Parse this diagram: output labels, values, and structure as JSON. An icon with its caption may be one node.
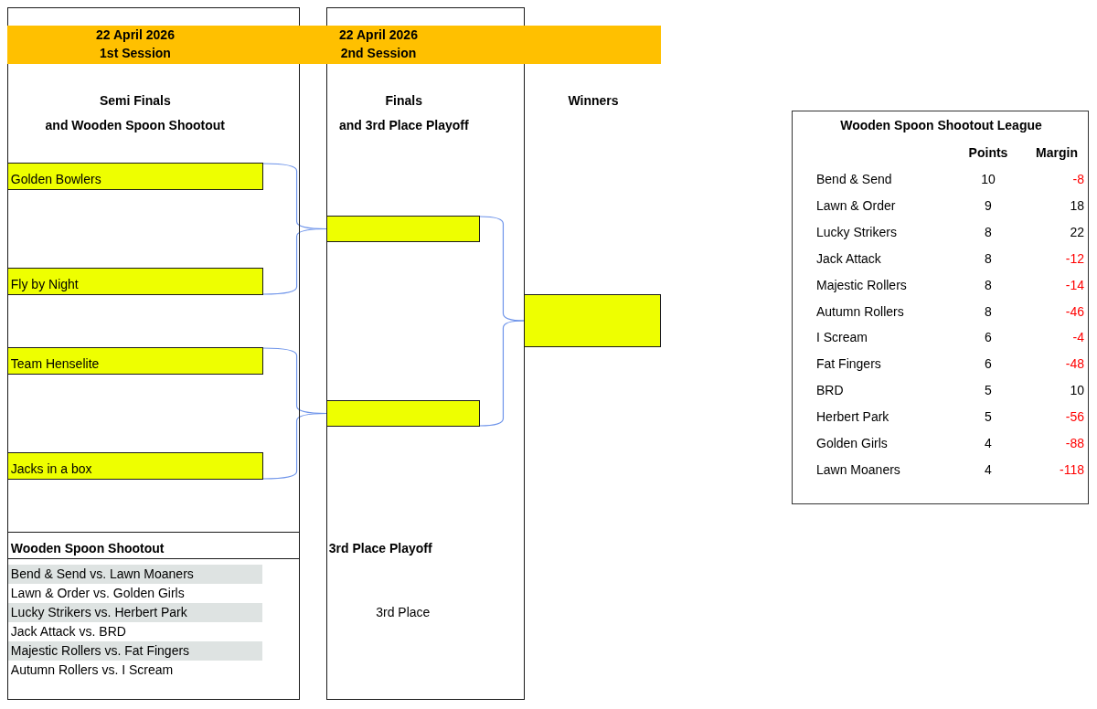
{
  "diagram": {
    "nodes": [
      {
        "text": [
          "22 April 2026",
          "1st Session",
          "22 April 2026",
          "2nd Session"
        ]
      },
      {
        "text": [
          "Semi Finals",
          "and Wooden Spoon Shootout"
        ]
      },
      {
        "text": [
          "Golden Bowlers"
        ],
        "in": 1
      },
      {
        "text": [
          "Fly by Night"
        ],
        "in": 1
      },
      {
        "text": [
          "Team Henselite"
        ],
        "in": 1
      },
      {
        "text": [
          "Jacks in a box"
        ],
        "in": 1
      },
      {
        "text": [
          "Wooden Spoon Shootout"
        ],
        "in": 1
      },
      {
        "text": [
          "Bend & Send vs. Lawn Moaners"
        ],
        "in": 6
      },
      {
        "text": [
          "Lawn & Order vs. Golden Girls"
        ],
        "in": 6
      },
      {
        "text": [
          "Lucky Strikers vs. Herbert Park"
        ],
        "in": 6
      },
      {
        "text": [
          "Jack Attack vs. BRD"
        ],
        "in": 6
      },
      {
        "text": [
          "Majestic Rollers vs. Fat Fingers"
        ],
        "in": 6
      },
      {
        "text": [
          "Autumn Rollers vs. I Scream"
        ],
        "in": 6
      },
      {
        "text": [
          "Finals",
          "and 3rd Place Playoff",
          "3rd Place Playoff",
          "3rd Place"
        ]
      },
      {
        "text": [],
        "shape": "box",
        "in": 13
      },
      {
        "text": [],
        "shape": "box",
        "in": 13
      },
      {
        "text": [],
        "shape": "box"
      },
      {
        "text": [
          "Wooden Spoon Shootout League"
        ]
      }
    ],
    "edges": [
      {
        "from": 2,
        "to": 14,
        "arrow": "none"
      },
      {
        "from": 3,
        "to": 14,
        "arrow": "none"
      },
      {
        "from": 4,
        "to": 15,
        "arrow": "none"
      },
      {
        "from": 5,
        "to": 15,
        "arrow": "none"
      },
      {
        "from": 14,
        "to": 16,
        "arrow": "none"
      },
      {
        "from": 15,
        "to": 16,
        "arrow": "none"
      }
    ],
    "labels": [
      "Winners",
      "Points",
      "Margin",
      "Bend & Send",
      "10",
      "-8",
      "Lawn & Order",
      "9",
      "18",
      "Lucky Strikers",
      "8",
      "22",
      "Jack Attack",
      "8",
      "-12",
      "Majestic Rollers",
      "8",
      "-14",
      "Autumn Rollers",
      "8",
      "-46",
      "I Scream",
      "6",
      "-4",
      "Fat Fingers",
      "6",
      "-48",
      "BRD",
      "5",
      "10",
      "Herbert Park",
      "5",
      "-56",
      "Golden Girls",
      "4",
      "-88",
      "Lawn Moaners",
      "4",
      "-118"
    ]
  }
}
